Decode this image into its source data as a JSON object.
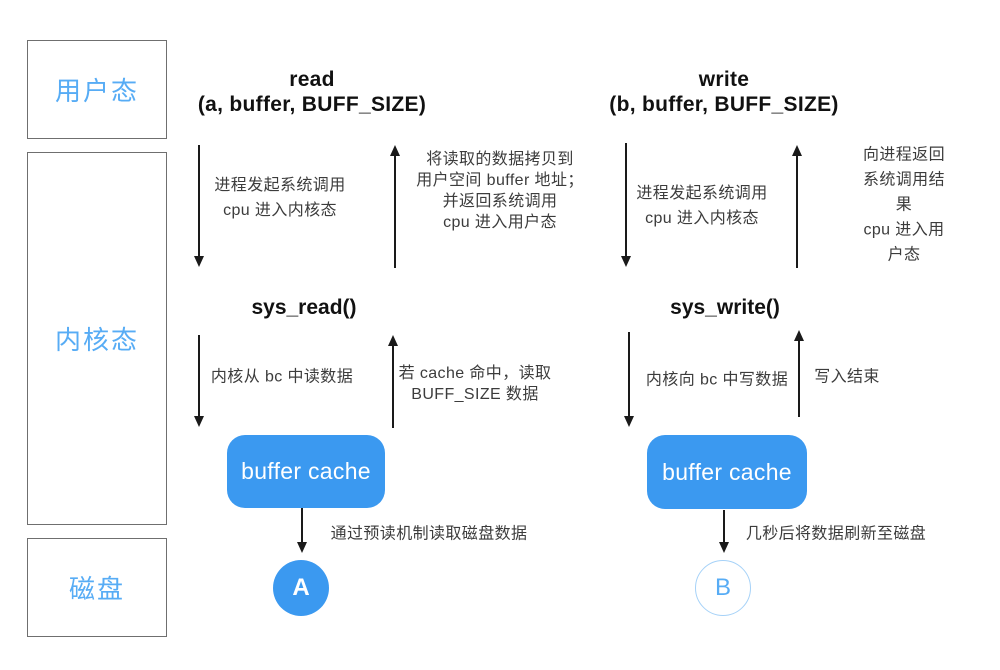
{
  "colors": {
    "accent_blue": "#3b99f0",
    "light_blue_text": "#57acf5",
    "outline_circle_border": "#a6d2f8",
    "note_text": "#3c3c3c",
    "arrow_black": "#1a1a1a",
    "lane_border": "#6f6f6f"
  },
  "lanes": {
    "user_mode": "用户态",
    "kernel_mode": "内核态",
    "disk": "磁盘"
  },
  "read": {
    "title": "read\n(a, buffer, BUFF_SIZE)",
    "enter_note": "进程发起系统调用\ncpu 进入内核态",
    "return_note": "将读取的数据拷贝到\n用户空间 buffer 地址；\n并返回系统调用\ncpu 进入用户态",
    "kernel_fn": "sys_read()",
    "to_cache_note": "内核从 bc 中读数据",
    "from_cache_note": "若 cache 命中，读取\nBUFF_SIZE 数据",
    "cache_label": "buffer cache",
    "disk_note": "通过预读机制读取磁盘数据",
    "disk_node": "A"
  },
  "write": {
    "title": "write\n(b, buffer, BUFF_SIZE)",
    "enter_note": "进程发起系统调用\ncpu 进入内核态",
    "return_note": "向进程返回系统调用结果\ncpu 进入用户态",
    "kernel_fn": "sys_write()",
    "to_cache_note": "内核向 bc 中写数据",
    "from_cache_note": "写入结束",
    "cache_label": "buffer cache",
    "disk_note": "几秒后将数据刷新至磁盘",
    "disk_node": "B"
  }
}
